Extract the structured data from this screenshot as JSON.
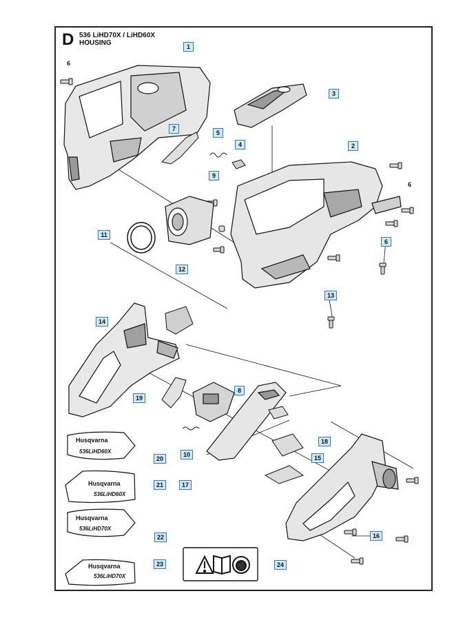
{
  "header": {
    "section_letter": "D",
    "model_line": "536 LiHD70X / LiHD60X",
    "section_title": "HOUSING"
  },
  "callouts": {
    "c1": "1",
    "c2": "2",
    "c3": "3",
    "c4": "4",
    "c5": "5",
    "c6a": "6",
    "c6b": "6",
    "c6c": "6",
    "c7": "7",
    "c8": "8",
    "c9": "9",
    "c10": "10",
    "c11": "11",
    "c12": "12",
    "c13": "13",
    "c14": "14",
    "c15": "15",
    "c16": "16",
    "c17": "17",
    "c18": "18",
    "c19": "19",
    "c20": "20",
    "c21": "21",
    "c22": "22",
    "c23": "23",
    "c24": "24"
  },
  "decals": {
    "brand": "Husqvarna",
    "d20_model": "536LiHD60X",
    "d21_model": "536LiHD60X",
    "d22_model": "536LiHD70X",
    "d23_model": "536LiHD70X"
  },
  "warning_label": {
    "icons": [
      "warning-triangle-icon",
      "manual-book-icon",
      "ear-protection-icon"
    ]
  }
}
